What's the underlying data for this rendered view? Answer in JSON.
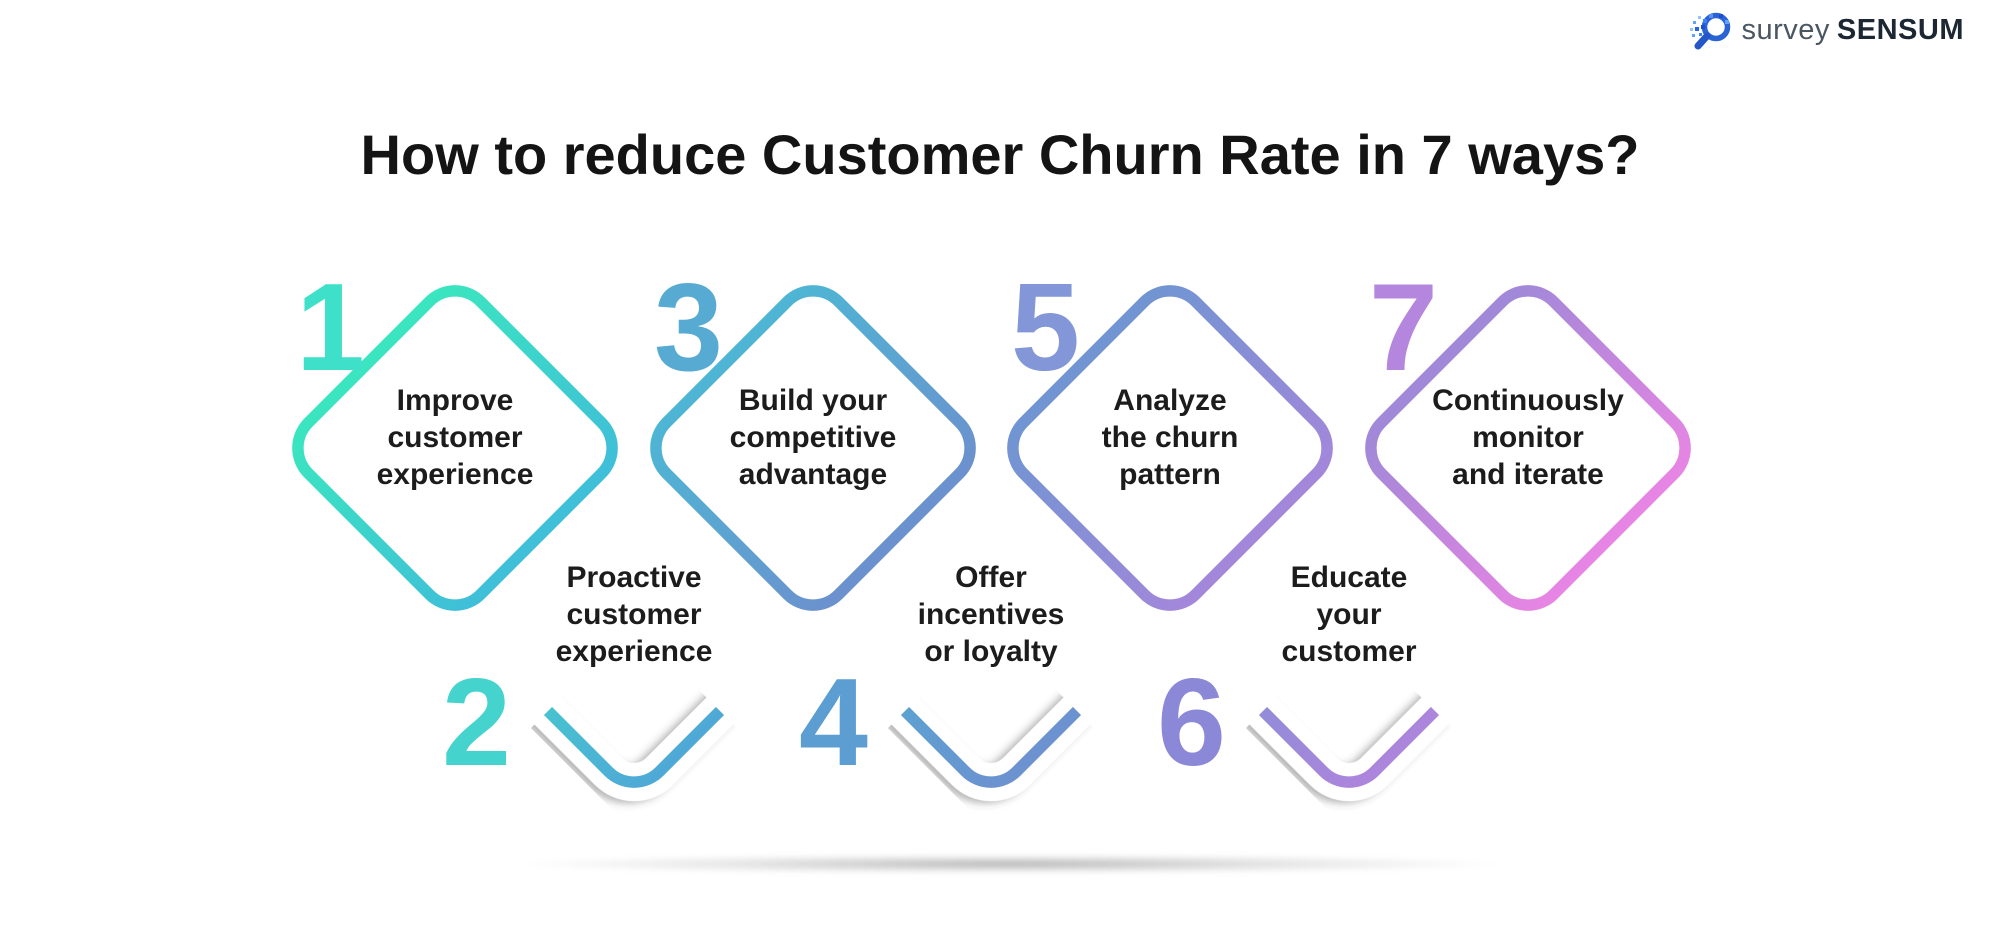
{
  "title": "How to reduce Customer Churn Rate in 7 ways?",
  "logo": {
    "survey": "survey",
    "sensum": "SENSUM",
    "icon": "magnifier-pixel-icon",
    "icon_color": "#2a63d4"
  },
  "ui_colors": {
    "title_text": "#141414",
    "label_text": "#1c1c1c",
    "background": "#ffffff"
  },
  "steps": [
    {
      "number": "1",
      "label_lines": [
        "Improve",
        "customer",
        "experience"
      ],
      "row": "top",
      "number_color": "#3FE0CA",
      "gradient_from": "#3BE5C0",
      "gradient_to": "#3FBFD8"
    },
    {
      "number": "2",
      "label_lines": [
        "Proactive",
        "customer",
        "experience"
      ],
      "row": "bottom",
      "number_color": "#45D3CD",
      "gradient_from": "#40DBCB",
      "gradient_to": "#4FA9D6"
    },
    {
      "number": "3",
      "label_lines": [
        "Build your",
        "competitive",
        "advantage"
      ],
      "row": "top",
      "number_color": "#57ABD3",
      "gradient_from": "#4EB5D4",
      "gradient_to": "#6B92CE"
    },
    {
      "number": "4",
      "label_lines": [
        "Offer",
        "incentives",
        "or loyalty"
      ],
      "row": "bottom",
      "number_color": "#5C9DD2",
      "gradient_from": "#4FAFD4",
      "gradient_to": "#6C92D0"
    },
    {
      "number": "5",
      "label_lines": [
        "Analyze",
        "the churn",
        "pattern"
      ],
      "row": "top",
      "number_color": "#8296D8",
      "gradient_from": "#7195D2",
      "gradient_to": "#A287DA"
    },
    {
      "number": "6",
      "label_lines": [
        "Educate",
        "your",
        "customer"
      ],
      "row": "bottom",
      "number_color": "#8C88D8",
      "gradient_from": "#7A92D6",
      "gradient_to": "#AC85DC"
    },
    {
      "number": "7",
      "label_lines": [
        "Continuously",
        "monitor",
        "and iterate"
      ],
      "row": "top",
      "number_color": "#B486DE",
      "gradient_from": "#A188D8",
      "gradient_to": "#E685E3"
    }
  ]
}
